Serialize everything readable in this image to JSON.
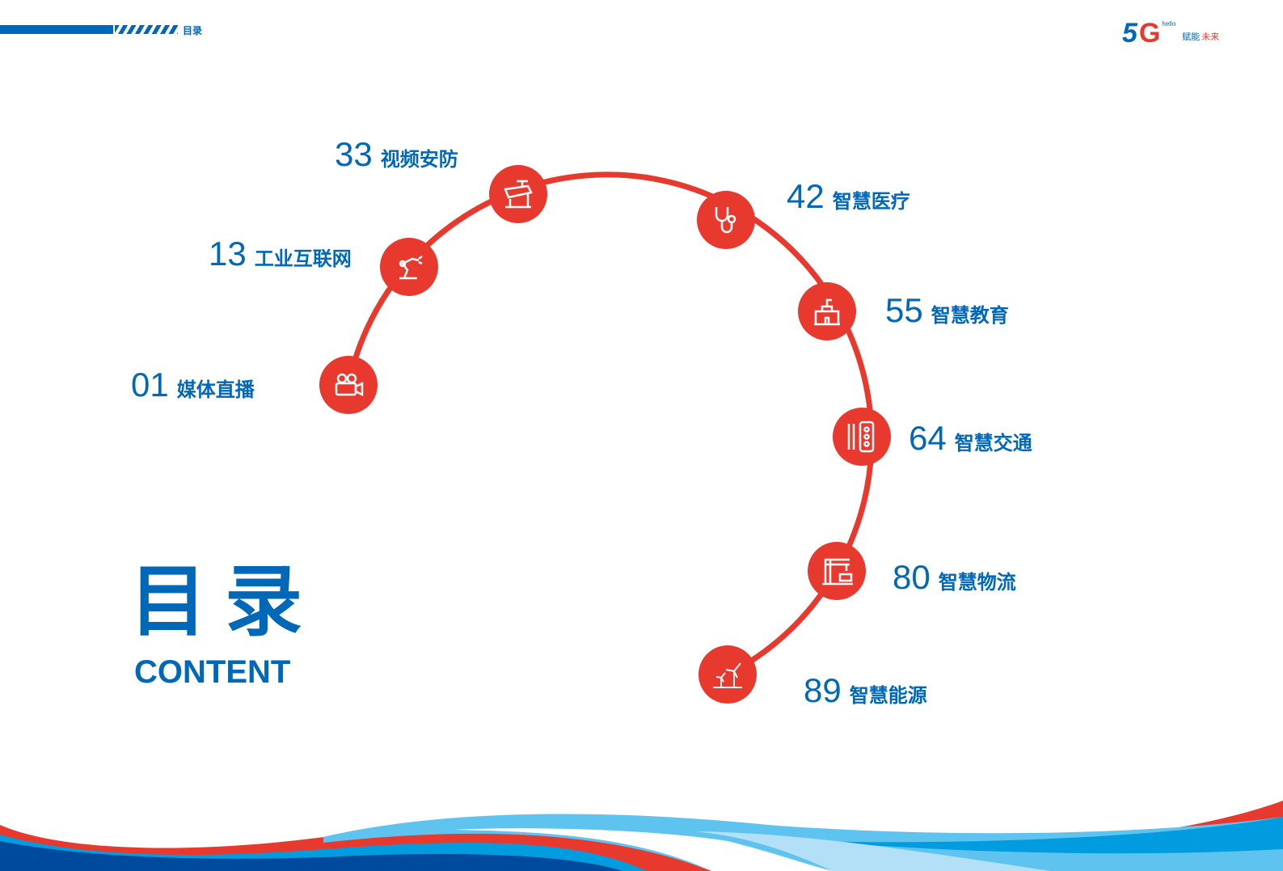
{
  "header": {
    "title": "目录"
  },
  "logo": {
    "five": "5",
    "g": "G",
    "hello": "hello",
    "tagline_a": "赋能",
    "tagline_b": "未来"
  },
  "title": {
    "cn": "目录",
    "en": "CONTENT"
  },
  "items": [
    {
      "num": "01",
      "label": "媒体直播",
      "icon": "video-camera-icon"
    },
    {
      "num": "13",
      "label": "工业互联网",
      "icon": "robot-arm-icon"
    },
    {
      "num": "33",
      "label": "视频安防",
      "icon": "security-camera-icon"
    },
    {
      "num": "42",
      "label": "智慧医疗",
      "icon": "stethoscope-icon"
    },
    {
      "num": "55",
      "label": "智慧教育",
      "icon": "school-icon"
    },
    {
      "num": "64",
      "label": "智慧交通",
      "icon": "traffic-light-icon"
    },
    {
      "num": "80",
      "label": "智慧物流",
      "icon": "crane-icon"
    },
    {
      "num": "89",
      "label": "智慧能源",
      "icon": "wind-turbine-icon"
    }
  ],
  "colors": {
    "blue": "#0068b7",
    "red": "#e8392f",
    "light_blue": "#5fc3f0",
    "navy": "#004a9e"
  }
}
